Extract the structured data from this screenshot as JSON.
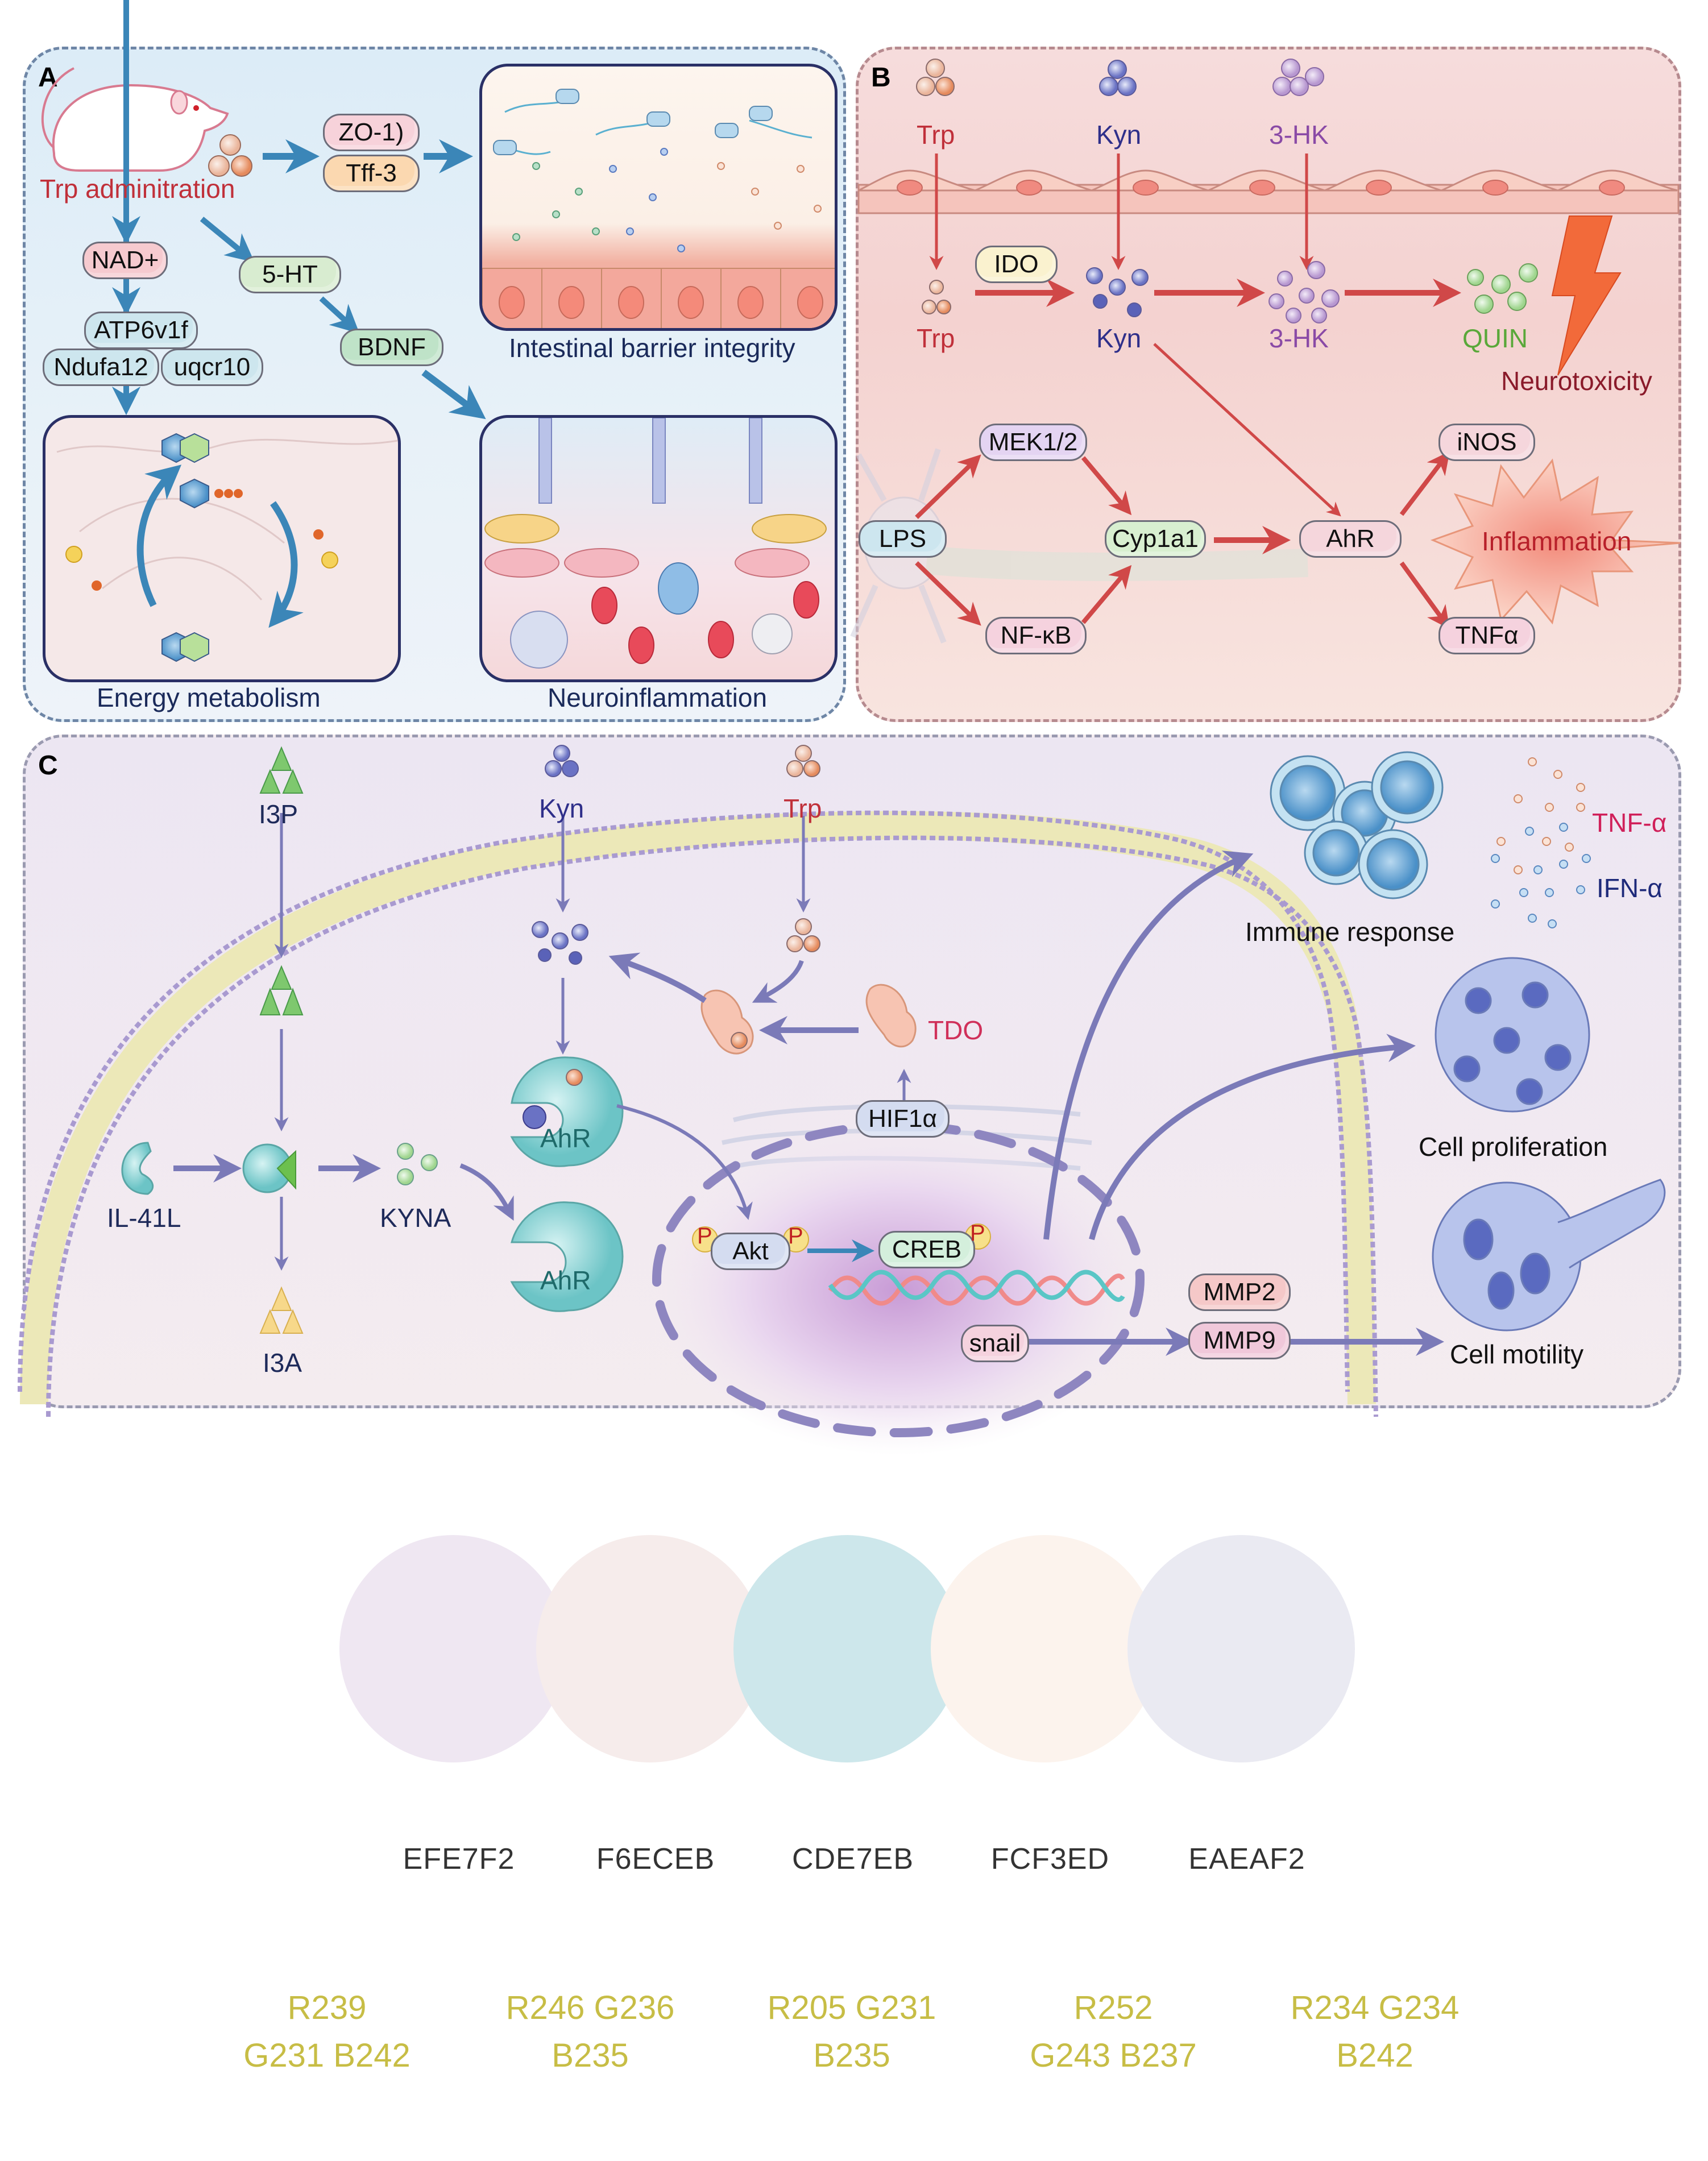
{
  "panels": {
    "a": {
      "letter": "A",
      "source_label": "Trp adminitration",
      "pills": {
        "zo1": "ZO-1)",
        "tff3": "Tff-3",
        "nad": "NAD+",
        "ht5": "5-HT",
        "atp6v1f": "ATP6v1f",
        "ndufa12": "Ndufa12",
        "uqcr10": "uqcr10",
        "bdnf": "BDNF"
      },
      "captions": {
        "intestinal": "Intestinal barrier integrity",
        "energy": "Energy metabolism",
        "neuro": "Neuroinflammation"
      }
    },
    "b": {
      "letter": "B",
      "top_labels": [
        "Trp",
        "Kyn",
        "3-HK"
      ],
      "mid_labels": [
        "Trp",
        "Kyn",
        "3-HK",
        "QUIN"
      ],
      "ido": "IDO",
      "neurotoxicity": "Neurotoxicity",
      "pills": {
        "mek": "MEK1/2",
        "lps": "LPS",
        "cyp1a1": "Cyp1a1",
        "nfkb": "NF-κB",
        "ahr": "AhR",
        "inos": "iNOS",
        "tnfa": "TNFα"
      },
      "inflammation": "Inflammation"
    },
    "c": {
      "letter": "C",
      "labels": {
        "i3p": "I3P",
        "kyn": "Kyn",
        "trp": "Trp",
        "tdo": "TDO",
        "il41l": "IL-41L",
        "kyna": "KYNA",
        "i3a": "I3A",
        "ahr_top": "AhR",
        "ahr_bottom": "AhR",
        "tnf": "TNF-α",
        "ifn": "IFN-α"
      },
      "pills": {
        "hif1a": "HIF1α",
        "akt": "Akt",
        "creb": "CREB",
        "snail": "snail",
        "mmp2": "MMP2",
        "mmp9": "MMP9"
      },
      "phospho": "P",
      "outcomes": {
        "immune": "Immune response",
        "proliferation": "Cell proliferation",
        "motility": "Cell motility"
      }
    }
  },
  "palette": [
    {
      "hex": "EFE7F2",
      "rgb_line1": "R239",
      "rgb_line2": "G231 B242",
      "color": "#EFE7F2"
    },
    {
      "hex": "F6ECEB",
      "rgb_line1": "R246 G236",
      "rgb_line2": "B235",
      "color": "#F6ECEB"
    },
    {
      "hex": "CDE7EB",
      "rgb_line1": "R205 G231",
      "rgb_line2": "B235",
      "color": "#CDE7EB"
    },
    {
      "hex": "FCF3ED",
      "rgb_line1": "R252",
      "rgb_line2": "G243 B237",
      "color": "#FCF3ED"
    },
    {
      "hex": "EAEAF2",
      "rgb_line1": "R234 G234",
      "rgb_line2": "B242",
      "color": "#EAEAF2"
    }
  ],
  "colors": {
    "trp_text": "#c0303a",
    "kyn_text": "#2f2f8a",
    "hk_text": "#8a4aa6",
    "quin_text": "#5aa83a",
    "arrow_blue": "#3b86b8",
    "arrow_red": "#d04848",
    "arrow_purple": "#7b7ab8",
    "rgb_text": "#c7bd45"
  }
}
